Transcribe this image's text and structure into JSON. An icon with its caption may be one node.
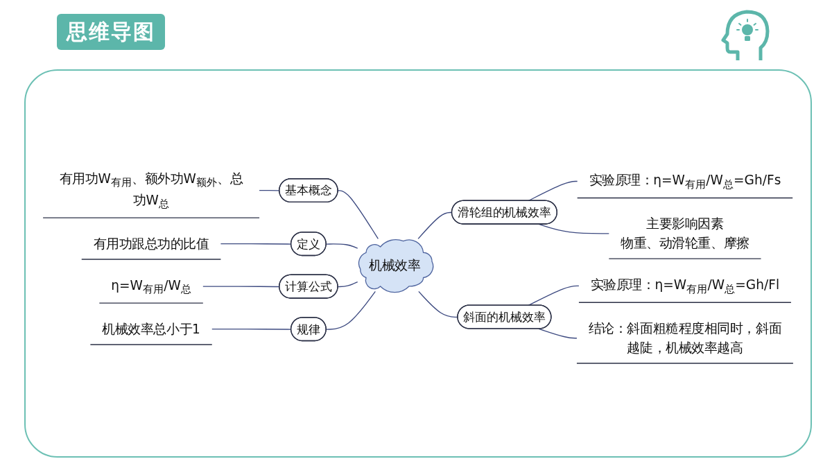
{
  "diagram": {
    "title": "思维导图",
    "nodes": [
      {
        "text": [
          "有用功W$_{有用}$、额外功W$_{额外}$、总功W$_{总}$"
        ]
      },
      {
        "text": [
          "基本概念"
        ]
      },
      {
        "text": [
          "有用功跟总功的比值"
        ]
      },
      {
        "text": [
          "定义"
        ]
      },
      {
        "text": [
          "η=W$_{有用}$/W$_{总}$"
        ]
      },
      {
        "text": [
          "计算公式"
        ]
      },
      {
        "text": [
          "机械效率总小于1"
        ]
      },
      {
        "text": [
          "规律"
        ]
      },
      {
        "text": [
          "机械效率"
        ]
      },
      {
        "text": [
          "滑轮组的机械效率"
        ]
      },
      {
        "text": [
          "实验原理：η=W$_{有用}$/W$_{总}$=Gh/Fs"
        ]
      },
      {
        "text": [
          "主要影响因素",
          "物重、动滑轮重、摩擦"
        ]
      },
      {
        "text": [
          "斜面的机械效率"
        ]
      },
      {
        "text": [
          "实验原理：η=W$_{有用}$/W$_{总}$=Gh/Fl"
        ]
      },
      {
        "text": [
          "结论：斜面粗糙程度相同时，斜面越陡，机械效率越高"
        ]
      }
    ],
    "edges": [
      {
        "from": 0,
        "to": 1,
        "arrow": "none"
      },
      {
        "from": 1,
        "to": 8,
        "arrow": "none"
      },
      {
        "from": 2,
        "to": 3,
        "arrow": "none"
      },
      {
        "from": 3,
        "to": 8,
        "arrow": "none"
      },
      {
        "from": 4,
        "to": 5,
        "arrow": "none"
      },
      {
        "from": 5,
        "to": 8,
        "arrow": "none"
      },
      {
        "from": 6,
        "to": 7,
        "arrow": "none"
      },
      {
        "from": 7,
        "to": 8,
        "arrow": "none"
      },
      {
        "from": 8,
        "to": 9,
        "arrow": "none"
      },
      {
        "from": 9,
        "to": 10,
        "arrow": "none"
      },
      {
        "from": 9,
        "to": 11,
        "arrow": "none"
      },
      {
        "from": 8,
        "to": 12,
        "arrow": "none"
      },
      {
        "from": 12,
        "to": 13,
        "arrow": "none"
      },
      {
        "from": 12,
        "to": 14,
        "arrow": "none"
      }
    ]
  }
}
